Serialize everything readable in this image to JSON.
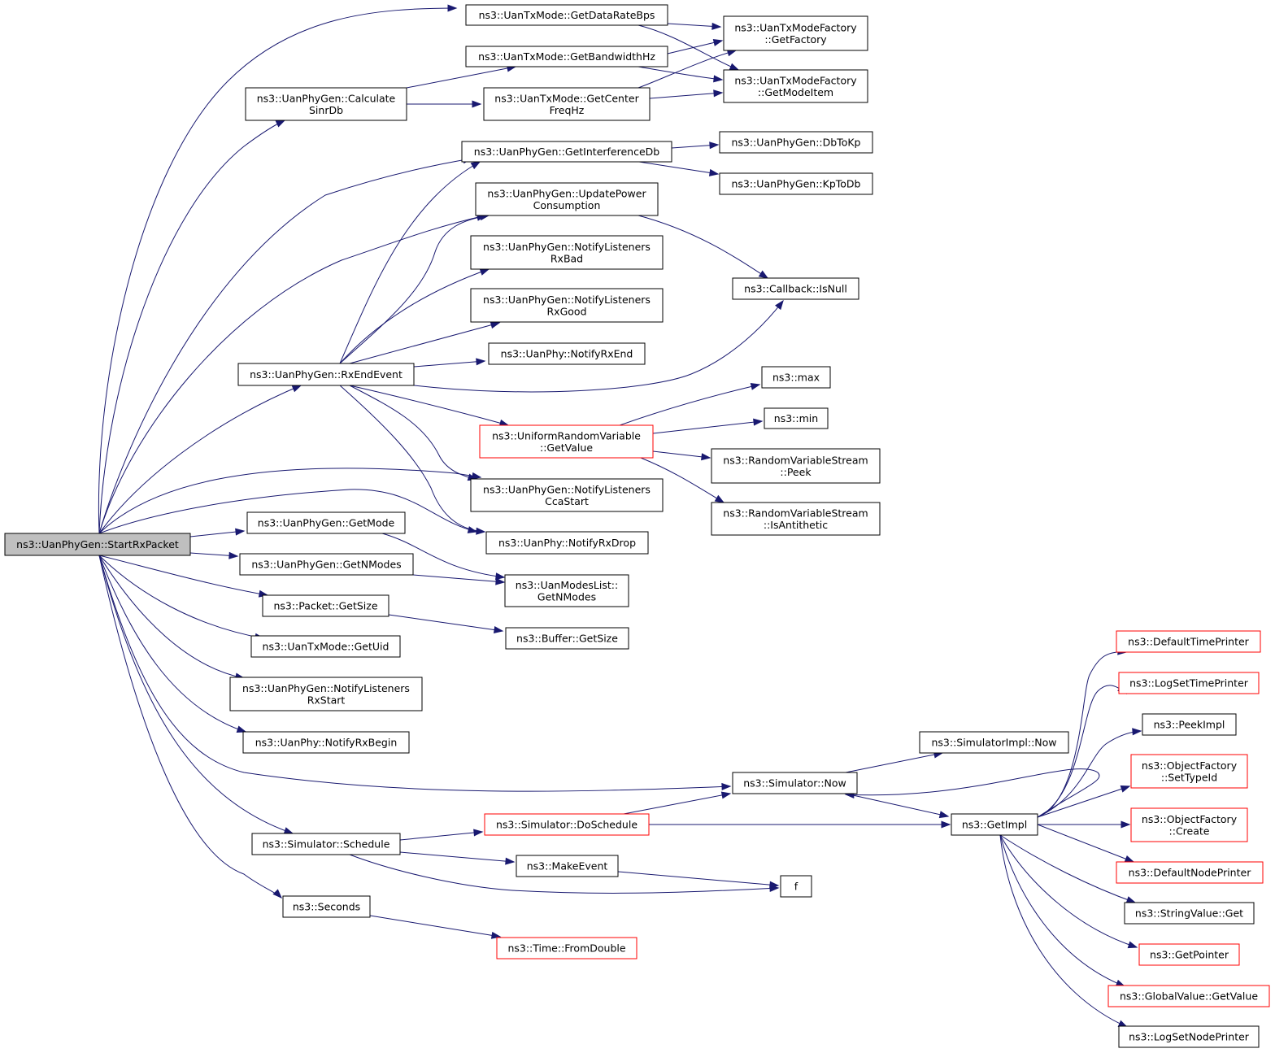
{
  "diagram": {
    "type": "call-graph",
    "colors": {
      "edge": "#191970",
      "root_fill": "#bfbfbf",
      "truncated_border": "#ff0000",
      "node_border": "#000000"
    },
    "nodes": [
      {
        "id": "start",
        "lines": [
          "ns3::UanPhyGen::StartRxPacket"
        ],
        "root": true
      },
      {
        "id": "datarate",
        "lines": [
          "ns3::UanTxMode::GetDataRateBps"
        ]
      },
      {
        "id": "bandwidth",
        "lines": [
          "ns3::UanTxMode::GetBandwidthHz"
        ]
      },
      {
        "id": "calcsinr",
        "lines": [
          "ns3::UanPhyGen::Calculate",
          "SinrDb"
        ]
      },
      {
        "id": "center",
        "lines": [
          "ns3::UanTxMode::GetCenter",
          "FreqHz"
        ]
      },
      {
        "id": "getfactory",
        "lines": [
          "ns3::UanTxModeFactory",
          "::GetFactory"
        ]
      },
      {
        "id": "getmodeitem",
        "lines": [
          "ns3::UanTxModeFactory",
          "::GetModeItem"
        ]
      },
      {
        "id": "interf",
        "lines": [
          "ns3::UanPhyGen::GetInterferenceDb"
        ]
      },
      {
        "id": "dbtokp",
        "lines": [
          "ns3::UanPhyGen::DbToKp"
        ]
      },
      {
        "id": "kptodb",
        "lines": [
          "ns3::UanPhyGen::KpToDb"
        ]
      },
      {
        "id": "updpower",
        "lines": [
          "ns3::UanPhyGen::UpdatePower",
          "Consumption"
        ]
      },
      {
        "id": "rxbad",
        "lines": [
          "ns3::UanPhyGen::NotifyListeners",
          "RxBad"
        ]
      },
      {
        "id": "rxgood",
        "lines": [
          "ns3::UanPhyGen::NotifyListeners",
          "RxGood"
        ]
      },
      {
        "id": "isnull",
        "lines": [
          "ns3::Callback::IsNull"
        ]
      },
      {
        "id": "rxend",
        "lines": [
          "ns3::UanPhy::NotifyRxEnd"
        ]
      },
      {
        "id": "rxendevent",
        "lines": [
          "ns3::UanPhyGen::RxEndEvent"
        ]
      },
      {
        "id": "max",
        "lines": [
          "ns3::max"
        ]
      },
      {
        "id": "min",
        "lines": [
          "ns3::min"
        ]
      },
      {
        "id": "urv",
        "lines": [
          "ns3::UniformRandomVariable",
          "::GetValue"
        ],
        "truncated": true
      },
      {
        "id": "peek",
        "lines": [
          "ns3::RandomVariableStream",
          "::Peek"
        ]
      },
      {
        "id": "ccastart",
        "lines": [
          "ns3::UanPhyGen::NotifyListeners",
          "CcaStart"
        ]
      },
      {
        "id": "isanti",
        "lines": [
          "ns3::RandomVariableStream",
          "::IsAntithetic"
        ]
      },
      {
        "id": "getmode",
        "lines": [
          "ns3::UanPhyGen::GetMode"
        ]
      },
      {
        "id": "rxdrop",
        "lines": [
          "ns3::UanPhy::NotifyRxDrop"
        ]
      },
      {
        "id": "getnmodes",
        "lines": [
          "ns3::UanPhyGen::GetNModes"
        ]
      },
      {
        "id": "modeslist",
        "lines": [
          "ns3::UanModesList::",
          "GetNModes"
        ]
      },
      {
        "id": "pktsize",
        "lines": [
          "ns3::Packet::GetSize"
        ]
      },
      {
        "id": "bufsize",
        "lines": [
          "ns3::Buffer::GetSize"
        ]
      },
      {
        "id": "getuid",
        "lines": [
          "ns3::UanTxMode::GetUid"
        ]
      },
      {
        "id": "rxstart",
        "lines": [
          "ns3::UanPhyGen::NotifyListeners",
          "RxStart"
        ]
      },
      {
        "id": "rxbegin",
        "lines": [
          "ns3::UanPhy::NotifyRxBegin"
        ]
      },
      {
        "id": "deftp",
        "lines": [
          "ns3::DefaultTimePrinter"
        ],
        "truncated": true
      },
      {
        "id": "logstp",
        "lines": [
          "ns3::LogSetTimePrinter"
        ],
        "truncated": true
      },
      {
        "id": "peekimpl",
        "lines": [
          "ns3::PeekImpl"
        ]
      },
      {
        "id": "simimplnow",
        "lines": [
          "ns3::SimulatorImpl::Now"
        ]
      },
      {
        "id": "settypeid",
        "lines": [
          "ns3::ObjectFactory",
          "::SetTypeId"
        ],
        "truncated": true
      },
      {
        "id": "simnow",
        "lines": [
          "ns3::Simulator::Now"
        ]
      },
      {
        "id": "ofcreate",
        "lines": [
          "ns3::ObjectFactory",
          "::Create"
        ],
        "truncated": true
      },
      {
        "id": "doschedule",
        "lines": [
          "ns3::Simulator::DoSchedule"
        ],
        "truncated": true
      },
      {
        "id": "getimpl",
        "lines": [
          "ns3::GetImpl"
        ]
      },
      {
        "id": "schedule",
        "lines": [
          "ns3::Simulator::Schedule"
        ]
      },
      {
        "id": "makeevent",
        "lines": [
          "ns3::MakeEvent"
        ]
      },
      {
        "id": "defnp",
        "lines": [
          "ns3::DefaultNodePrinter"
        ],
        "truncated": true
      },
      {
        "id": "f",
        "lines": [
          "f"
        ]
      },
      {
        "id": "seconds",
        "lines": [
          "ns3::Seconds"
        ]
      },
      {
        "id": "strget",
        "lines": [
          "ns3::StringValue::Get"
        ]
      },
      {
        "id": "fromdouble",
        "lines": [
          "ns3::Time::FromDouble"
        ],
        "truncated": true
      },
      {
        "id": "getpointer",
        "lines": [
          "ns3::GetPointer"
        ],
        "truncated": true
      },
      {
        "id": "gvget",
        "lines": [
          "ns3::GlobalValue::GetValue"
        ],
        "truncated": true
      },
      {
        "id": "logsnp",
        "lines": [
          "ns3::LogSetNodePrinter"
        ]
      }
    ],
    "edges": [
      [
        "start",
        "datarate"
      ],
      [
        "start",
        "calcsinr"
      ],
      [
        "start",
        "interf"
      ],
      [
        "start",
        "updpower"
      ],
      [
        "start",
        "rxendevent"
      ],
      [
        "start",
        "ccastart"
      ],
      [
        "start",
        "rxdrop"
      ],
      [
        "start",
        "getmode"
      ],
      [
        "start",
        "getnmodes"
      ],
      [
        "start",
        "pktsize"
      ],
      [
        "start",
        "getuid"
      ],
      [
        "start",
        "rxstart"
      ],
      [
        "start",
        "rxbegin"
      ],
      [
        "start",
        "simnow"
      ],
      [
        "start",
        "schedule"
      ],
      [
        "start",
        "seconds"
      ],
      [
        "datarate",
        "getfactory"
      ],
      [
        "datarate",
        "getmodeitem"
      ],
      [
        "bandwidth",
        "getfactory"
      ],
      [
        "bandwidth",
        "getmodeitem"
      ],
      [
        "calcsinr",
        "bandwidth"
      ],
      [
        "calcsinr",
        "center"
      ],
      [
        "center",
        "getfactory"
      ],
      [
        "center",
        "getmodeitem"
      ],
      [
        "interf",
        "dbtokp"
      ],
      [
        "interf",
        "kptodb"
      ],
      [
        "updpower",
        "isnull"
      ],
      [
        "rxendevent",
        "interf"
      ],
      [
        "rxendevent",
        "updpower"
      ],
      [
        "rxendevent",
        "rxbad"
      ],
      [
        "rxendevent",
        "rxgood"
      ],
      [
        "rxendevent",
        "rxend"
      ],
      [
        "rxendevent",
        "isnull"
      ],
      [
        "rxendevent",
        "urv"
      ],
      [
        "rxendevent",
        "ccastart"
      ],
      [
        "rxendevent",
        "rxdrop"
      ],
      [
        "urv",
        "max"
      ],
      [
        "urv",
        "min"
      ],
      [
        "urv",
        "peek"
      ],
      [
        "urv",
        "isanti"
      ],
      [
        "getmode",
        "modeslist"
      ],
      [
        "getnmodes",
        "modeslist"
      ],
      [
        "pktsize",
        "bufsize"
      ],
      [
        "simnow",
        "simimplnow"
      ],
      [
        "simnow",
        "getimpl"
      ],
      [
        "getimpl",
        "deftp"
      ],
      [
        "getimpl",
        "logstp"
      ],
      [
        "getimpl",
        "peekimpl"
      ],
      [
        "getimpl",
        "settypeid"
      ],
      [
        "getimpl",
        "ofcreate"
      ],
      [
        "getimpl",
        "defnp"
      ],
      [
        "getimpl",
        "strget"
      ],
      [
        "getimpl",
        "getpointer"
      ],
      [
        "getimpl",
        "gvget"
      ],
      [
        "getimpl",
        "logsnp"
      ],
      [
        "getimpl",
        "simnow"
      ],
      [
        "schedule",
        "doschedule"
      ],
      [
        "schedule",
        "makeevent"
      ],
      [
        "schedule",
        "f"
      ],
      [
        "doschedule",
        "simnow"
      ],
      [
        "doschedule",
        "getimpl"
      ],
      [
        "makeevent",
        "f"
      ],
      [
        "seconds",
        "fromdouble"
      ]
    ]
  }
}
